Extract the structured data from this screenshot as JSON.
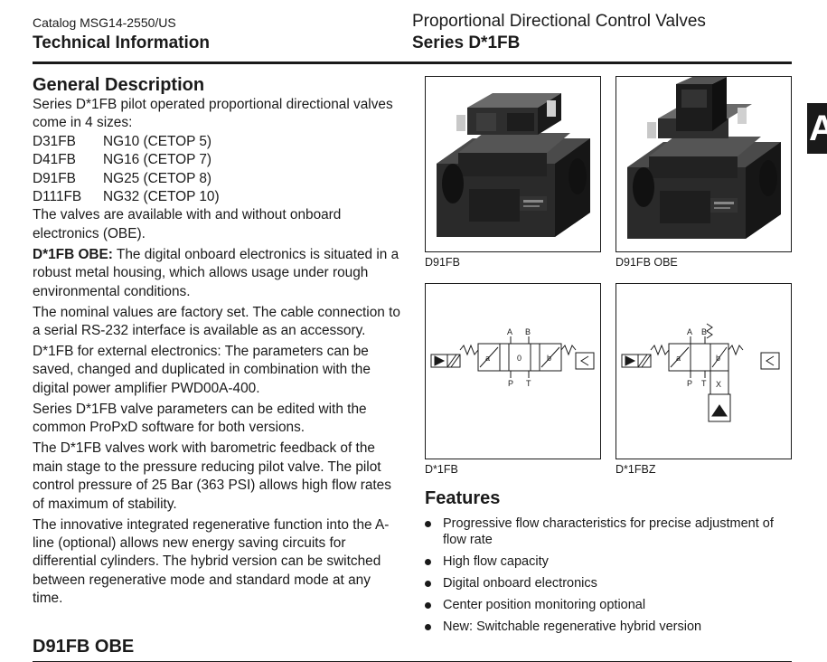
{
  "header": {
    "catalog": "Catalog MSG14-2550/US",
    "section": "Technical Information",
    "product_line": "Proportional Directional Control Valves",
    "series": "Series D*1FB",
    "tab_letter": "A"
  },
  "description": {
    "heading": "General Description",
    "intro": "Series D*1FB pilot operated proportional directional valves come in 4 sizes:",
    "sizes": [
      {
        "model": "D31FB",
        "nominal": "NG10 (CETOP 5)"
      },
      {
        "model": "D41FB",
        "nominal": "NG16 (CETOP 7)"
      },
      {
        "model": "D91FB",
        "nominal": "NG25 (CETOP 8)"
      },
      {
        "model": "D111FB",
        "nominal": "NG32 (CETOP 10)"
      }
    ],
    "p_obe_availability": "The valves are available with and without onboard electronics (OBE).",
    "p_obe_label": "D*1FB OBE:",
    "p_obe_text": " The digital onboard electronics is situated in a robust metal housing, which allows usage under rough environmental conditions.",
    "p_nominal": "The nominal values are factory set. The cable connection to a serial RS-232 interface is available as an accessory.",
    "p_external": "D*1FB for external electronics: The parameters can be saved, changed and duplicated in combination with the digital power amplifier PWD00A-400.",
    "p_software": "Series D*1FB valve parameters can be edited with the common ProPxD software for both versions.",
    "p_feedback": "The D*1FB valves work with barometric feedback of the main stage to the pressure reducing pilot valve. The pilot control pressure of 25 Bar (363 PSI) allows high flow rates of maximum of stability.",
    "p_regen": "The innovative integrated regenerative function into the A-line (optional) allows new energy saving circuits for differential cylinders. The hybrid version can be switched between regenerative mode and standard mode at any time."
  },
  "bottom_heading": "D91FB OBE",
  "figures": {
    "photo1_caption": "D91FB",
    "photo2_caption": "D91FB OBE",
    "symbol1_caption": "D*1FB",
    "symbol2_caption": "D*1FBZ",
    "port_a": "A",
    "port_b": "B",
    "port_p": "P",
    "port_t": "T",
    "pos_a": "a",
    "pos_b": "b",
    "pos_center": "0",
    "port_x": "X"
  },
  "features": {
    "heading": "Features",
    "items": [
      "Progressive flow characteristics for precise adjustment of flow rate",
      "High flow capacity",
      "Digital onboard electronics",
      "Center position monitoring optional",
      "New: Switchable regenerative hybrid version"
    ]
  }
}
